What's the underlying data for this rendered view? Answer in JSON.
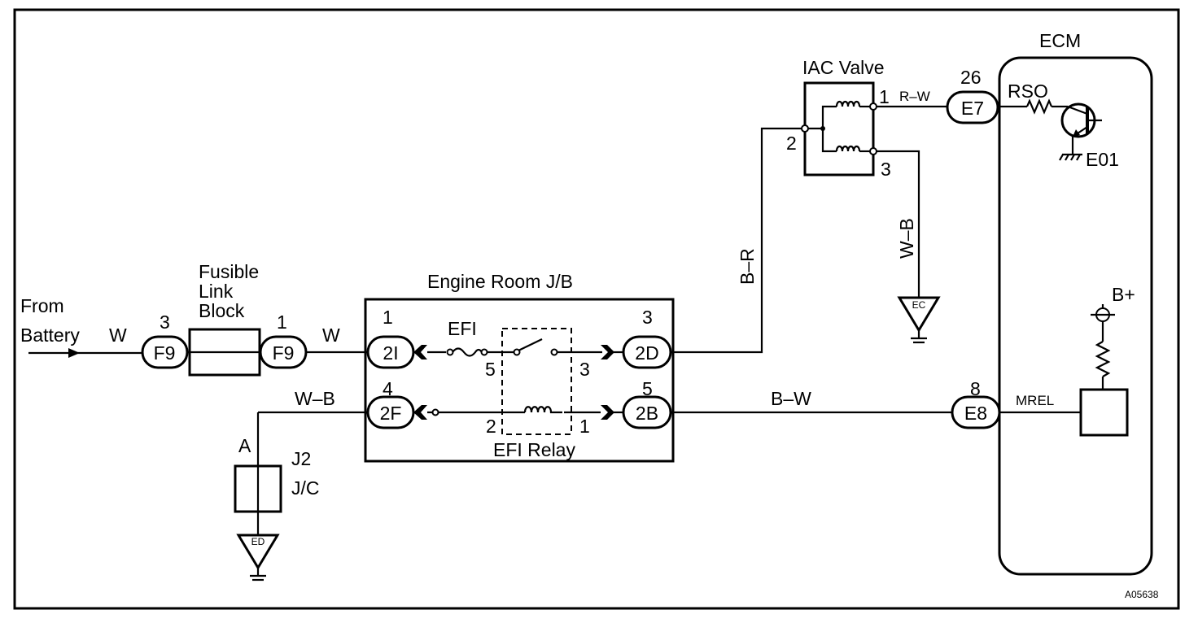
{
  "diagram": {
    "code": "A05638",
    "source": {
      "line1": "From",
      "line2": "Battery"
    },
    "fusible_link": {
      "line1": "Fusible",
      "line2": "Link",
      "line3": "Block"
    },
    "engine_room_jb": "Engine Room J/B",
    "efi_fuse": "EFI",
    "efi_relay": "EFI Relay",
    "iac_valve": "IAC Valve",
    "ecm": "ECM",
    "junction": {
      "id": "J2",
      "type": "J/C",
      "pin": "A"
    },
    "connectors": {
      "f9_in": {
        "id": "F9",
        "pin": "3"
      },
      "f9_out": {
        "id": "F9",
        "pin": "1"
      },
      "c2i": {
        "id": "2I",
        "pin": "1"
      },
      "c2f": {
        "id": "2F",
        "pin": "4"
      },
      "c2d": {
        "id": "2D",
        "pin": "3"
      },
      "c2b": {
        "id": "2B",
        "pin": "5"
      },
      "e7": {
        "id": "E7",
        "pin": "26"
      },
      "e8": {
        "id": "E8",
        "pin": "8"
      }
    },
    "relay_pins": {
      "p5": "5",
      "p3": "3",
      "p2": "2",
      "p1": "1"
    },
    "iac_pins": {
      "p1": "1",
      "p2": "2",
      "p3": "3"
    },
    "wires": {
      "battery": "W",
      "fl_to_jb": "W",
      "ground_jb": "W–B",
      "to_iac": "B–R",
      "iac_ground": "W–B",
      "iac_to_ecm": "R–W",
      "relay_to_ecm": "B–W"
    },
    "grounds": {
      "ec": "EC",
      "ed": "ED"
    },
    "ecm_terminals": {
      "rso": "RSO",
      "e01": "E01",
      "mrel": "MREL",
      "bplus": "B+"
    }
  }
}
